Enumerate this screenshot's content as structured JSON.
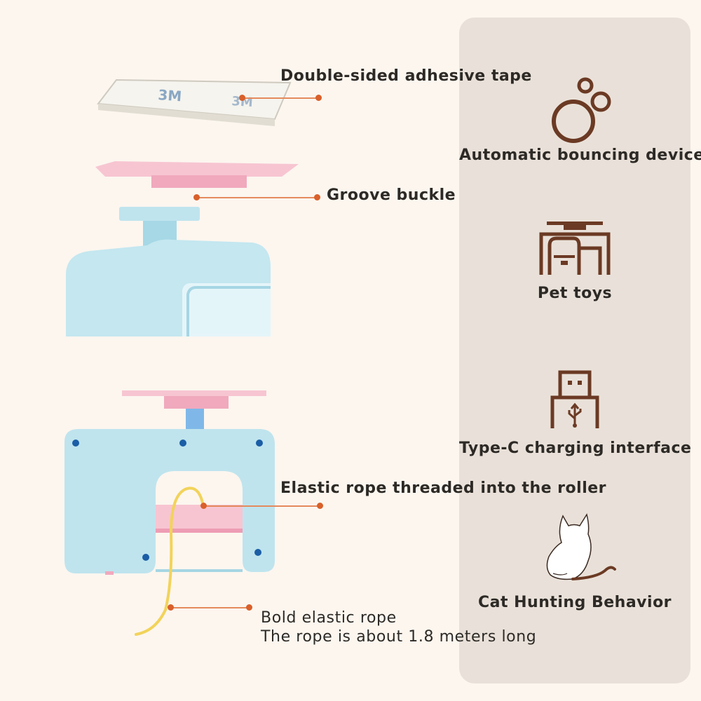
{
  "callouts": {
    "tape": "Double-sided adhesive tape",
    "groove": "Groove buckle",
    "elastic_roller": "Elastic rope threaded into the roller",
    "bold_rope_line1": "Bold elastic rope",
    "bold_rope_line2": "The rope is about 1.8 meters long"
  },
  "features": [
    {
      "label": "Automatic bouncing device",
      "icon": "bubbles-icon"
    },
    {
      "label": "Pet toys",
      "icon": "cat-table-icon"
    },
    {
      "label": "Type-C charging interface",
      "icon": "usb-icon"
    },
    {
      "label": "Cat Hunting Behavior",
      "icon": "cat-silhouette-icon"
    }
  ],
  "tape_print": "3M",
  "colors": {
    "background": "#fcf6ef",
    "panel": "#e9e1d9",
    "icon_brown": "#6b3a24",
    "accent_orange": "#d9602a",
    "device_blue": "#bfe4ee",
    "device_pink": "#f5c6d3",
    "rope_yellow": "#f2d35a"
  }
}
